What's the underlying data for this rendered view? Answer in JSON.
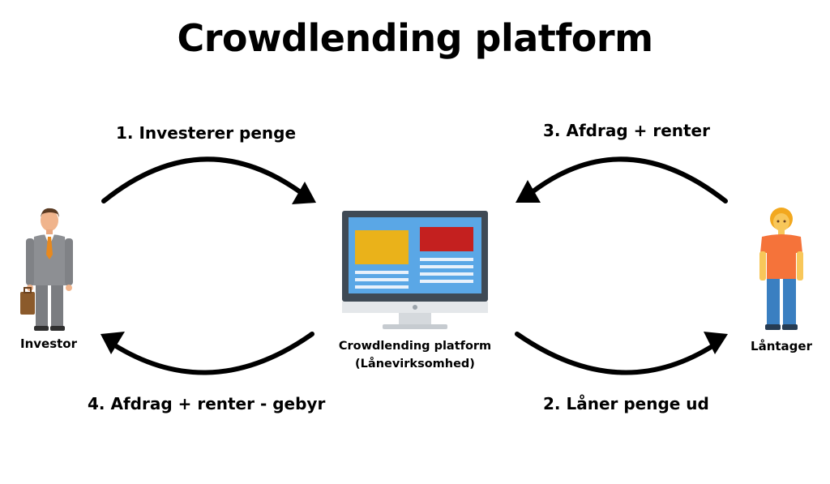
{
  "title": "Crowdlending platform",
  "steps": {
    "s1": "1. Investerer penge",
    "s2": "2. Låner penge ud",
    "s3": "3. Afdrag + renter",
    "s4": "4. Afdrag + renter - gebyr"
  },
  "actors": {
    "investor": "Investor",
    "borrower": "Låntager",
    "platform_line1": "Crowdlending platform",
    "platform_line2": "(Lånevirksomhed)"
  },
  "colors": {
    "arrow": "#000000",
    "monitor_frame": "#3f4a55",
    "monitor_screen": "#5aa7e6",
    "panel_yellow": "#eab21a",
    "panel_red": "#c4201f",
    "stand": "#d5d9dd",
    "suit": "#8d8f93",
    "tie": "#e8891e",
    "briefcase": "#8b5a2b",
    "shirt_orange": "#f5733a",
    "jeans": "#3a7fc1",
    "skin": "#f8c75a"
  }
}
